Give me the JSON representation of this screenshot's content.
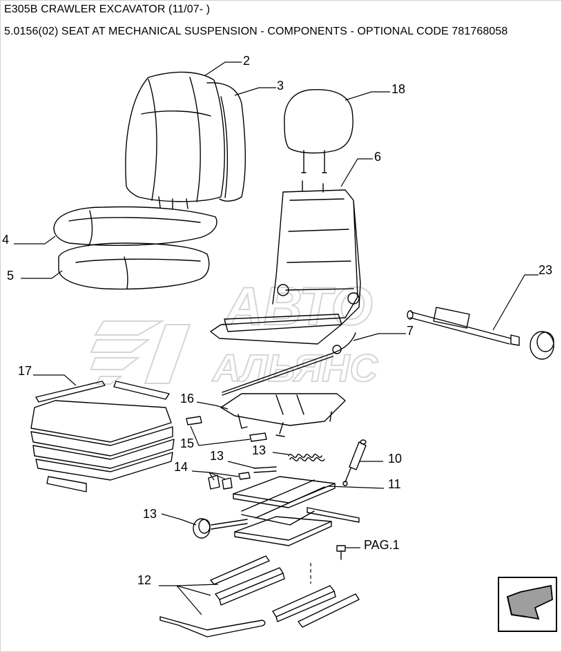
{
  "header": {
    "model": "E305B CRAWLER EXCAVATOR (11/07- )",
    "section": "5.0156(02) SEAT AT MECHANICAL SUSPENSION - COMPONENTS - OPTIONAL CODE 781768058"
  },
  "callouts": [
    {
      "id": "c2",
      "text": "2"
    },
    {
      "id": "c3",
      "text": "3"
    },
    {
      "id": "c18",
      "text": "18"
    },
    {
      "id": "c6",
      "text": "6"
    },
    {
      "id": "c4",
      "text": "4"
    },
    {
      "id": "c5",
      "text": "5"
    },
    {
      "id": "c23",
      "text": "23"
    },
    {
      "id": "c7",
      "text": "7"
    },
    {
      "id": "c17",
      "text": "17"
    },
    {
      "id": "c16",
      "text": "16"
    },
    {
      "id": "c15",
      "text": "15"
    },
    {
      "id": "c13a",
      "text": "13"
    },
    {
      "id": "c10",
      "text": "10"
    },
    {
      "id": "c13b",
      "text": "13"
    },
    {
      "id": "c14",
      "text": "14"
    },
    {
      "id": "c11",
      "text": "11"
    },
    {
      "id": "c13c",
      "text": "13"
    },
    {
      "id": "c12",
      "text": "12"
    },
    {
      "id": "cpag",
      "text": "PAG.1"
    }
  ],
  "watermark": {
    "line1": "АВТО",
    "line2": "АЛЬЯНС"
  },
  "nav": {
    "icon": "arrow-left-down-icon"
  }
}
